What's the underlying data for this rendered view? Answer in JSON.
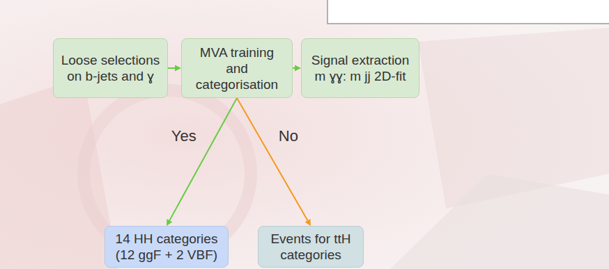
{
  "diagram": {
    "nodes": [
      {
        "text": [
          "Loose selections on b-jets and ɣ"
        ]
      },
      {
        "text": [
          "MVA training and categorisation"
        ]
      },
      {
        "text": [
          "Signal extraction m ɣɣ: m jj 2D-fit"
        ]
      },
      {
        "text": [
          "14 HH categories (12 ggF + 2 VBF)"
        ]
      },
      {
        "text": [
          "Events for ttH categories"
        ]
      }
    ],
    "edges": [
      {
        "from": 0,
        "to": 1,
        "arrow": "to"
      },
      {
        "from": 1,
        "to": 2,
        "arrow": "to"
      },
      {
        "from": 1,
        "to": 3,
        "arrow": "to",
        "label": "Yes"
      },
      {
        "from": 1,
        "to": 4,
        "arrow": "to",
        "label": "No"
      }
    ]
  }
}
